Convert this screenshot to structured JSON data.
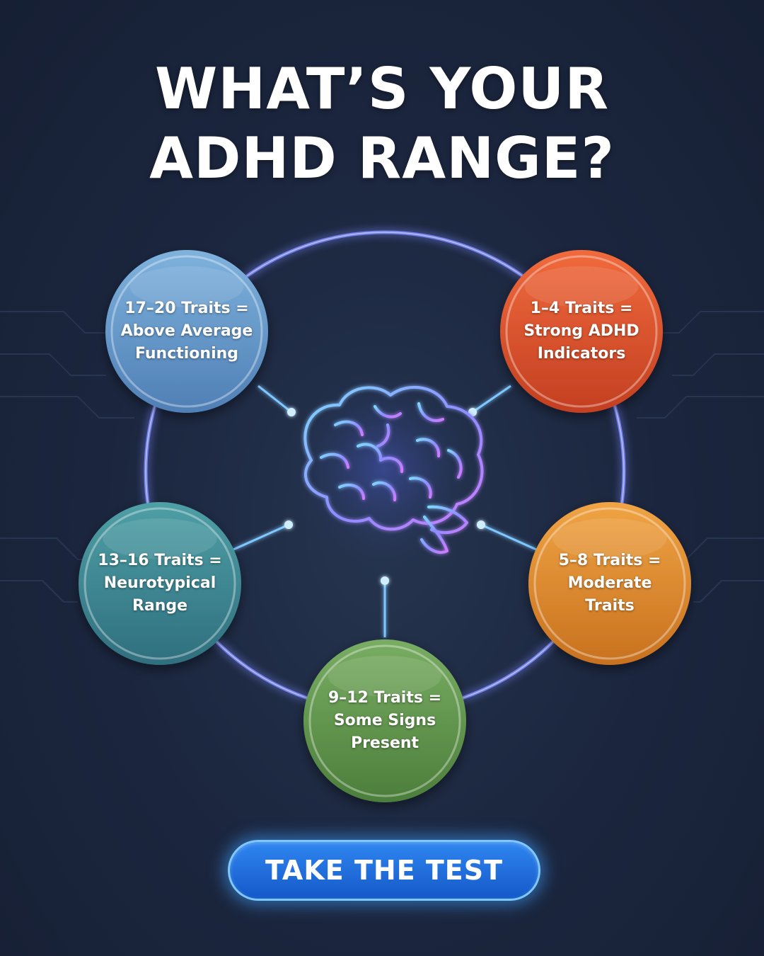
{
  "title": {
    "line1": "WHAT’S YOUR",
    "line2": "ADHD RANGE?"
  },
  "center_icon": "brain-icon",
  "ranges": [
    {
      "id": "17-20",
      "lines": [
        "17–20 Traits =",
        "Above Average",
        "Functioning"
      ],
      "color_top": "#7fb2dd",
      "color_bottom": "#4f7fb5"
    },
    {
      "id": "1-4",
      "lines": [
        "1–4 Traits =",
        "Strong ADHD",
        "Indicators"
      ],
      "color_top": "#f06a3c",
      "color_bottom": "#c33f21"
    },
    {
      "id": "13-16",
      "lines": [
        "13–16 Traits =",
        "Neurotypical",
        "Range"
      ],
      "color_top": "#4f9fa6",
      "color_bottom": "#2f6f7e"
    },
    {
      "id": "5-8",
      "lines": [
        "5–8 Traits =",
        "Moderate",
        "Traits"
      ],
      "color_top": "#f0a444",
      "color_bottom": "#c8711f"
    },
    {
      "id": "9-12",
      "lines": [
        "9–12 Traits =",
        "Some Signs",
        "Present"
      ],
      "color_top": "#79ad63",
      "color_bottom": "#4c7e3b"
    }
  ],
  "cta": {
    "label": "TAKE THE TEST"
  },
  "colors": {
    "background": "#1c2740",
    "ring_glow": "#7f8cff",
    "cta_fill": "#1f6fe0",
    "cta_glow": "#40a0ff"
  }
}
